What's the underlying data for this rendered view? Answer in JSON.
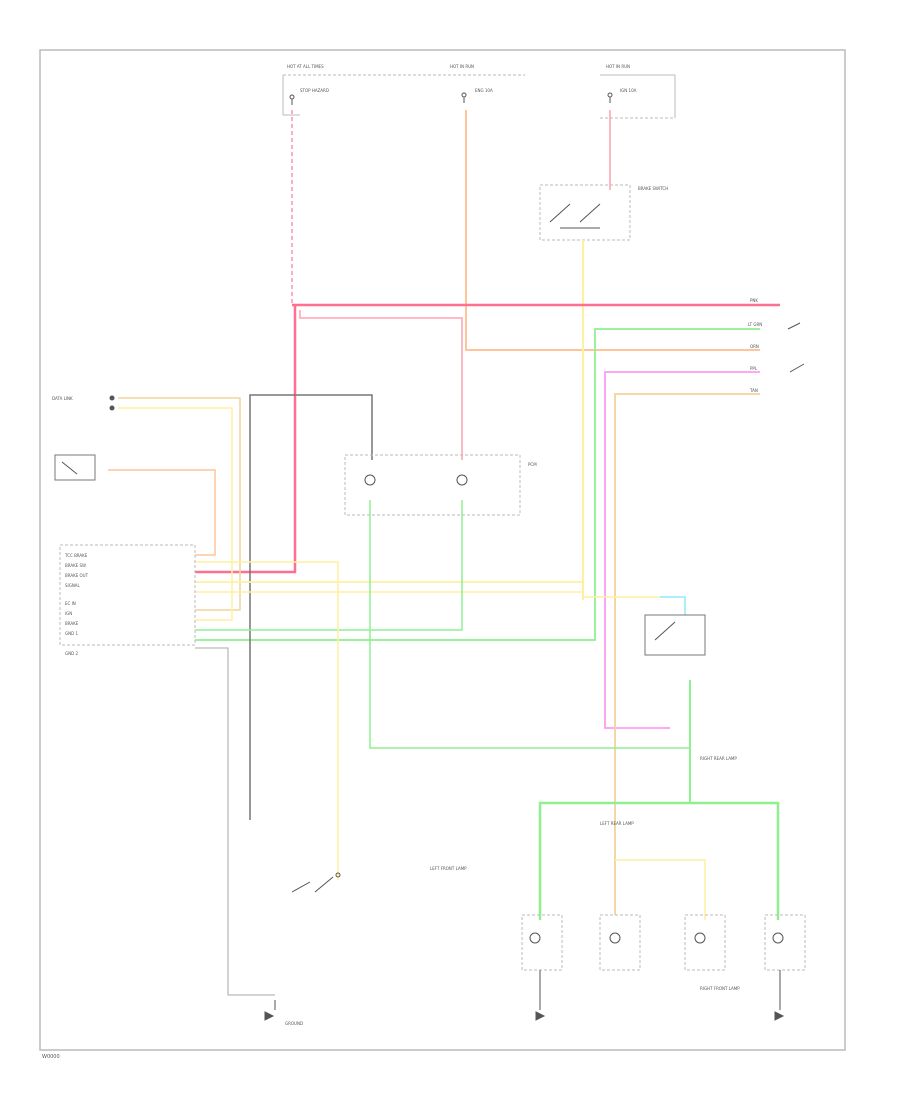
{
  "diagram": {
    "footer_code": "W0000",
    "colors": {
      "red": "#ff6f8f",
      "pink": "#ffb0c0",
      "orange": "#ffc49a",
      "yellow": "#fff0a0",
      "tan": "#f2d49a",
      "green": "#8ff08f",
      "cyan": "#8fe8ff",
      "magenta": "#ff9cf2",
      "black": "#555555",
      "gray": "#bbbbbb"
    },
    "top_fuses": [
      {
        "label": "HOT AT ALL TIMES"
      },
      {
        "label": "HOT IN RUN"
      },
      {
        "label": "HOT IN RUN"
      }
    ],
    "fuse_labels": [
      "STOP HAZARD",
      "ENG 10A",
      "IGN 10A"
    ],
    "right_wires": [
      {
        "color": "PNK",
        "label": "PNK"
      },
      {
        "color": "LT GRN",
        "label": "LT GRN"
      },
      {
        "color": "ORN",
        "label": "ORN"
      },
      {
        "color": "PPL",
        "label": "PPL"
      },
      {
        "color": "TAN",
        "label": "TAN"
      }
    ],
    "connector_pins": [
      "TCC BRAKE",
      "BRAKE SW",
      "BRAKE OUT",
      "SIGNAL",
      "EC IN",
      "IGN",
      "BRAKE",
      "GND 1",
      "GND 2"
    ],
    "components": [
      "DATA LINK",
      "BRAKE SWITCH",
      "PCM",
      "LEFT FRONT LAMP",
      "RIGHT FRONT LAMP",
      "LEFT REAR LAMP",
      "RIGHT REAR LAMP",
      "GROUND"
    ]
  }
}
